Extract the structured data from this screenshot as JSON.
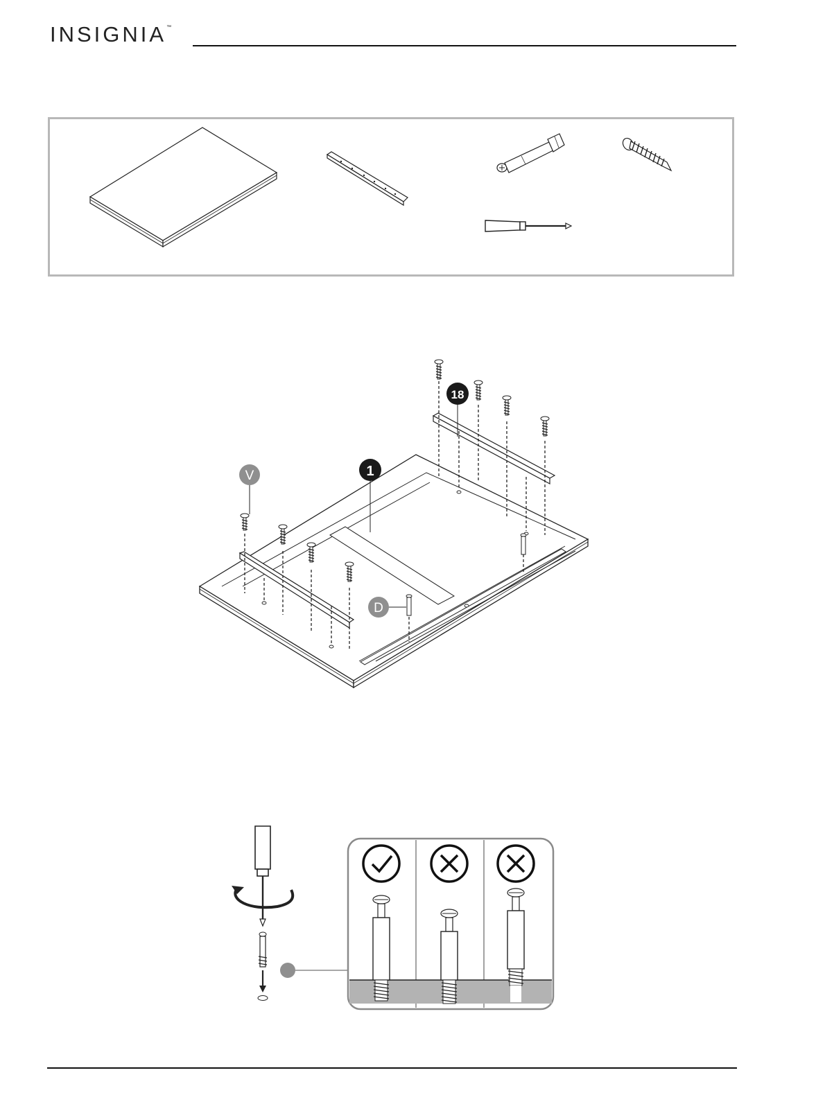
{
  "header": {
    "brand": "INSIGNIA",
    "trademark": "™"
  },
  "diagram": {
    "callouts": {
      "part_1": "1",
      "part_18": "18",
      "hardware_v": "V",
      "hardware_d": "D"
    }
  },
  "icons": {
    "panel": "panel-illustration",
    "rail": "rail-illustration",
    "cam_bolt": "cam-bolt-illustration",
    "screw": "screw-illustration",
    "screwdriver": "screwdriver-illustration",
    "check": "check-icon",
    "cross": "cross-icon"
  },
  "colors": {
    "callout_dark": "#1a1a1a",
    "callout_grey": "#8f8f8f",
    "box_border": "#b8b8b8",
    "detail_border": "#8a8a8a"
  }
}
